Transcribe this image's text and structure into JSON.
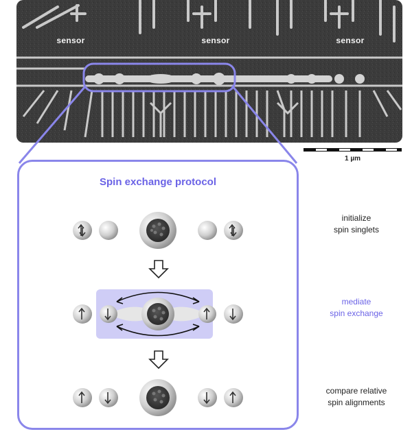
{
  "micrograph": {
    "sensor_labels": [
      "sensor",
      "sensor",
      "sensor"
    ],
    "scale_label": "1 µm"
  },
  "protocol": {
    "title": "Spin exchange protocol",
    "steps": [
      {
        "label_line1": "initialize",
        "label_line2": "spin singlets"
      },
      {
        "label_line1": "mediate",
        "label_line2": "spin exchange"
      },
      {
        "label_line1": "compare relative",
        "label_line2": "spin alignments"
      }
    ]
  },
  "colors": {
    "accent": "#8a86ea",
    "title": "#6b63e6",
    "highlight_fill": "#cfcdf6",
    "micrograph_bg": "#3a3a3a",
    "gate": "#c9c9c9"
  }
}
